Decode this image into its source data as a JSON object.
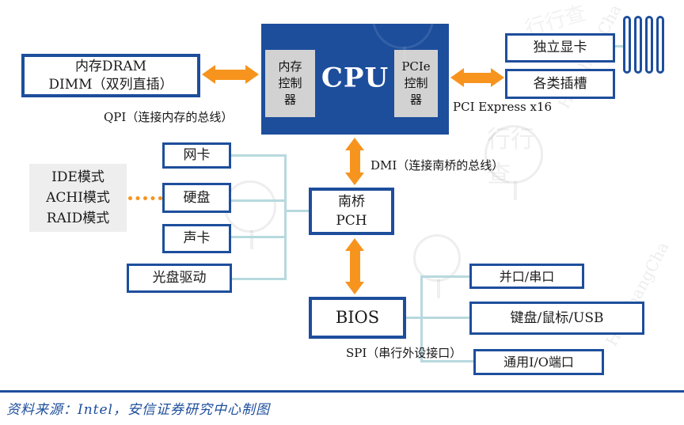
{
  "colors": {
    "navy": "#1d4e9c",
    "orange": "#f7941e",
    "teal": "#b7d9de"
  },
  "cpu": {
    "title": "CPU",
    "mem_ctrl_l1": "内存",
    "mem_ctrl_l2": "控制",
    "mem_ctrl_l3": "器",
    "pcie_ctrl_l1": "PCIe",
    "pcie_ctrl_l2": "控制",
    "pcie_ctrl_l3": "器"
  },
  "boxes": {
    "dimm_l1": "内存DRAM",
    "dimm_l2": "DIMM（双列直插）",
    "gpu": "独立显卡",
    "slots": "各类插槽",
    "nic": "网卡",
    "hdd": "硬盘",
    "sound": "声卡",
    "optical": "光盘驱动",
    "pch_l1": "南桥",
    "pch_l2": "PCH",
    "bios": "BIOS",
    "parallel_serial": "并口/串口",
    "kbd_mouse_usb": "键盘/鼠标/USB",
    "general_io": "通用I/O端口"
  },
  "bus_labels": {
    "qpi": "QPI（连接内存的总线）",
    "pci_express": "PCI Express x16",
    "dmi": "DMI（连接南桥的总线）",
    "spi": "SPI（串行外设接口）"
  },
  "sata_modes": {
    "l1": "IDE模式",
    "l2": "ACHI模式",
    "l3": "RAID模式"
  },
  "watermark": {
    "cn": "行行查",
    "en": "HanghangCha"
  },
  "footer": {
    "source_note": "资料来源：Intel，安信证券研究中心制图"
  }
}
